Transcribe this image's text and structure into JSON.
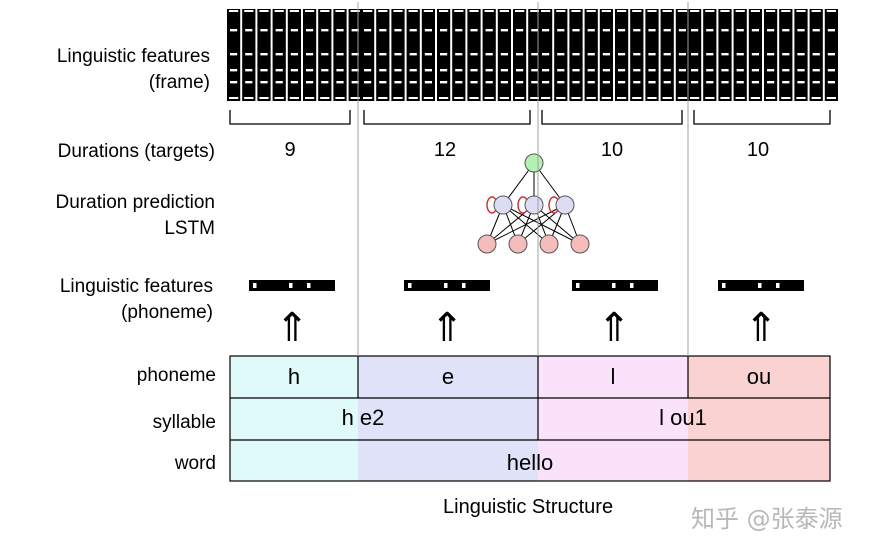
{
  "row_labels": {
    "ling_frame": [
      "Linguistic features",
      "(frame)"
    ],
    "durations": "Durations (targets)",
    "duration_pred": [
      "Duration prediction",
      "LSTM"
    ],
    "ling_phoneme": [
      "Linguistic features",
      "(phoneme)"
    ],
    "phoneme": "phoneme",
    "syllable": "syllable",
    "word": "word"
  },
  "durations": [
    "9",
    "12",
    "10",
    "10"
  ],
  "phonemes": [
    "h",
    "e",
    "l",
    "ou"
  ],
  "syllables": [
    "h e2",
    "l ou1"
  ],
  "word": "hello",
  "arrow_glyph": "⇑",
  "caption": "Linguistic Structure",
  "watermark": "知乎 @张泰源",
  "colors": {
    "h": "#e0fafa",
    "e": "#e0e2fa",
    "l": "#fbe2fb",
    "ou": "#fbd2d2",
    "output_node": "#b4f0b4",
    "hidden_node": "#dcdcf5",
    "input_node": "#f5bcbc",
    "recurrent_loop": "#d03030"
  }
}
